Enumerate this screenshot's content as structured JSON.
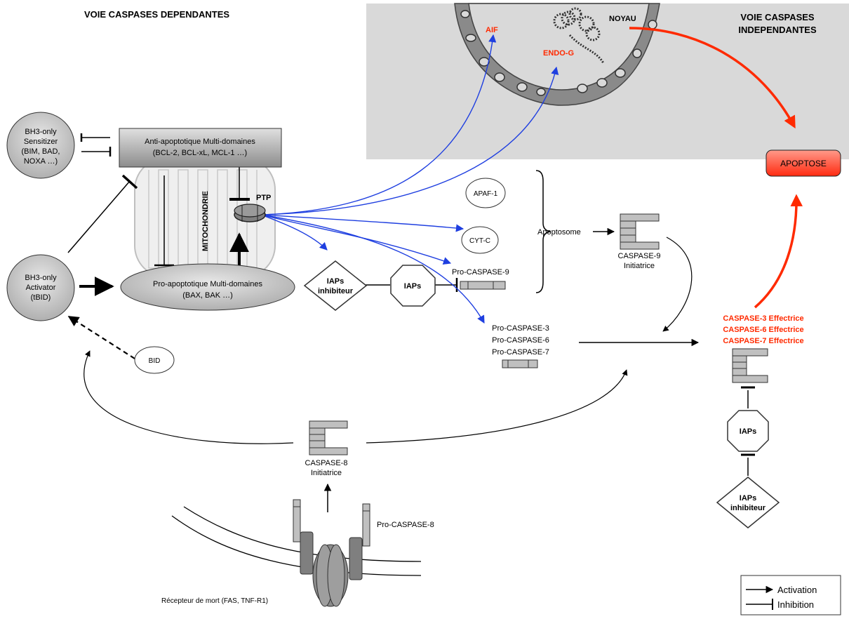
{
  "titles": {
    "dependent": "VOIE CASPASES DEPENDANTES",
    "independent_line1": "VOIE CASPASES",
    "independent_line2": "INDEPENDANTES"
  },
  "nucleus": {
    "label": "NOYAU",
    "aif": "AIF",
    "endog": "ENDO-G"
  },
  "apoptose": "APOPTOSE",
  "bh3_sensitizer": {
    "line1": "BH3-only",
    "line2": "Sensitizer",
    "line3": "(BIM, BAD,",
    "line4": "NOXA …)"
  },
  "bh3_activator": {
    "line1": "BH3-only",
    "line2": "Activator",
    "line3": "(tBID)"
  },
  "anti_apoptotic": {
    "line1": "Anti-apoptotique Multi-domaines",
    "line2": "(BCL-2, BCL-xL, MCL-1 …)"
  },
  "pro_apoptotic": {
    "line1": "Pro-apoptotique Multi-domaines",
    "line2": "(BAX, BAK …)"
  },
  "mitochondrie": "MITOCHONDRIE",
  "ptp": "PTP",
  "apaf1": "APAF-1",
  "cytc": "CYT-C",
  "pro_caspase9": "Pro-CASPASE-9",
  "apoptosome": "Apoptosome",
  "caspase9": {
    "line1": "CASPASE-9",
    "line2": "Initiatrice"
  },
  "iaps_inhibitor_left": {
    "line1": "IAPs",
    "line2": "inhibiteur"
  },
  "iaps_center": "IAPs",
  "pro_caspase_effectors": [
    "Pro-CASPASE-3",
    "Pro-CASPASE-6",
    "Pro-CASPASE-7"
  ],
  "effectors": [
    "CASPASE-3 Effectrice",
    "CASPASE-6 Effectrice",
    "CASPASE-7 Effectrice"
  ],
  "iaps_right": "IAPs",
  "iaps_inhibitor_right": {
    "line1": "IAPs",
    "line2": "inhibiteur"
  },
  "bid": "BID",
  "caspase8": {
    "line1": "CASPASE-8",
    "line2": "Initiatrice"
  },
  "pro_caspase8": "Pro-CASPASE-8",
  "receptor": "Récepteur de mort (FAS, TNF-R1)",
  "legend": {
    "activation": "Activation",
    "inhibition": "Inhibition"
  },
  "colors": {
    "red": "#ff2a00",
    "blue": "#1f3fe0",
    "nucleus_bg": "#d9d9d9",
    "grey_fill": "#c0c0c0"
  }
}
